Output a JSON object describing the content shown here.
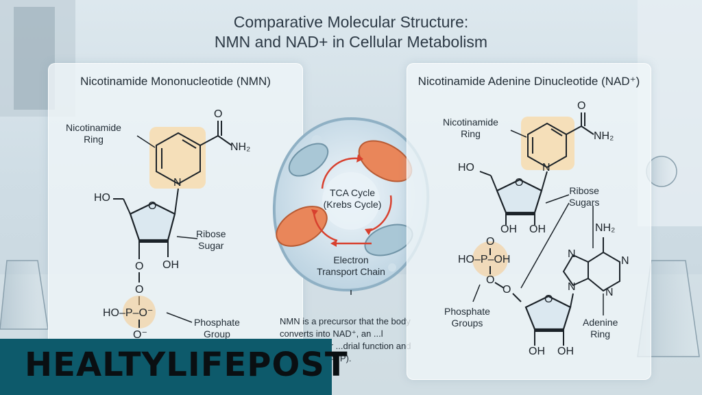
{
  "title_line1": "Comparative Molecular Structure:",
  "title_line2": "NMN and NAD+ in Cellular Metabolism",
  "nmn": {
    "title": "Nicotinamide Mononucleotide (NMN)",
    "label_ring": "Nicotinamide\nRing",
    "label_ribose": "Ribose\nSugar",
    "label_phosphate": "Phosphate\nGroup",
    "amide_o": "O",
    "amide_nh2": "NH₂",
    "ring_n": "N",
    "ho": "HO",
    "ring_o": "O",
    "oh": "OH",
    "o1": "O",
    "o2": "O",
    "p_line": "HO–P–O⁻",
    "o_bottom": "O⁻"
  },
  "cell": {
    "tca": "TCA Cycle\n(Krebs Cycle)",
    "etc": "Electron\nTransport Chain"
  },
  "description": "NMN is a precursor that the body converts into NAD⁺, an ...l coenzyme for ...drial function and ...roduction (ATP).",
  "nad": {
    "title": "Nicotinamide Adenine Dinucleotide (NAD⁺)",
    "label_ring": "Nicotinamide\nRing",
    "label_ribose": "Ribose\nSugars",
    "label_phosphate": "Phosphate\nGroups",
    "label_adenine": "Adenine\nRing",
    "amide_o": "O",
    "amide_nh2": "NH₂",
    "ring_n": "N",
    "ho": "HO",
    "ring_o1": "O",
    "oh1": "OH",
    "oh2": "OH",
    "p_o": "O",
    "p_line": "HO–P–OH",
    "o_link": "O",
    "o_link2": "O",
    "ring_o2": "O",
    "oh3": "OH",
    "oh4": "OH",
    "nh2": "NH₂",
    "an1": "N",
    "an2": "N",
    "an3": "N",
    "an4": "N"
  },
  "brand": "HEALTYLIFEPOST"
}
